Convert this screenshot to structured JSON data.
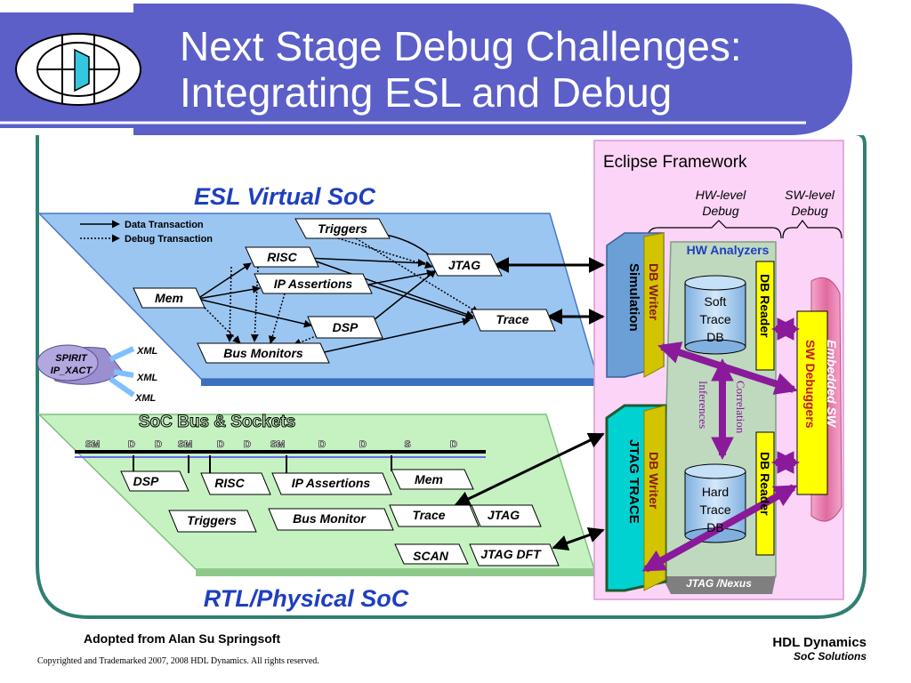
{
  "header": {
    "title_line1": "Next Stage Debug Challenges:",
    "title_line2": "Integrating ESL and Debug",
    "logo_icon": "hdl-logo-icon"
  },
  "esl": {
    "title": "ESL Virtual SoC",
    "legend": [
      "Data Transaction",
      "Debug Transaction"
    ],
    "blocks": [
      "Triggers",
      "RISC",
      "JTAG",
      "IP Assertions",
      "Mem",
      "DSP",
      "Trace",
      "Bus Monitors"
    ]
  },
  "spirit": {
    "label": [
      "SPIRIT",
      "IP_XACT"
    ],
    "xml": [
      "XML",
      "XML",
      "XML"
    ]
  },
  "rtl": {
    "title": "RTL/Physical SoC",
    "bus_label": "SoC Bus & Sockets",
    "bus_ports": [
      "SM",
      "D",
      "D",
      "SM",
      "D",
      "D",
      "SM",
      "D",
      "D",
      "S",
      "D"
    ],
    "blocks": [
      "DSP",
      "RISC",
      "IP Assertions",
      "Mem",
      "Triggers",
      "Bus Monitor",
      "Trace",
      "JTAG",
      "SCAN",
      "JTAG DFT"
    ]
  },
  "eclipse": {
    "title": "Eclipse Framework",
    "hw_level": [
      "HW-level",
      "Debug"
    ],
    "sw_level": [
      "SW-level",
      "Debug"
    ],
    "hw_analyzers": "HW Analyzers",
    "simulation": "Simulation",
    "db_writer": "DB Writer",
    "soft_db": [
      "Soft",
      "Trace",
      "DB"
    ],
    "db_reader": "DB Reader",
    "inferences": "Inferences",
    "correlation": "Correlation",
    "sw_debuggers": "SW Debuggers",
    "embedded_sw": "Embedded SW",
    "jtag_trace": "JTAG  TRACE",
    "hard_db": [
      "Hard",
      "Trace",
      "DB"
    ],
    "jtag_nexus": "JTAG /Nexus"
  },
  "footer": {
    "adopted": "Adopted from Alan Su  Springsoft",
    "copyright": "Copyrighted and Trademarked 2007, 2008  HDL Dynamics. All rights reserved.",
    "brand": "HDL Dynamics",
    "brand_tag": "SoC Solutions"
  },
  "colors": {
    "header": "#5b5fc7",
    "frame": "#2f7f73",
    "esl_plane": "#9cc6f2",
    "rtl_plane": "#c6f2c2",
    "eclipse_bg": "#fcd4f8",
    "sim_block": "#6aa0d6",
    "jtag_block": "#00d2d2",
    "db_writer": "#d2c500",
    "db_reader": "#ffff00",
    "db_cylinder": "#9ec9f0",
    "arrow_purple": "#8a1a9a",
    "embedded_sw": "#e06aa0",
    "title_blue": "#1f3fbf"
  }
}
